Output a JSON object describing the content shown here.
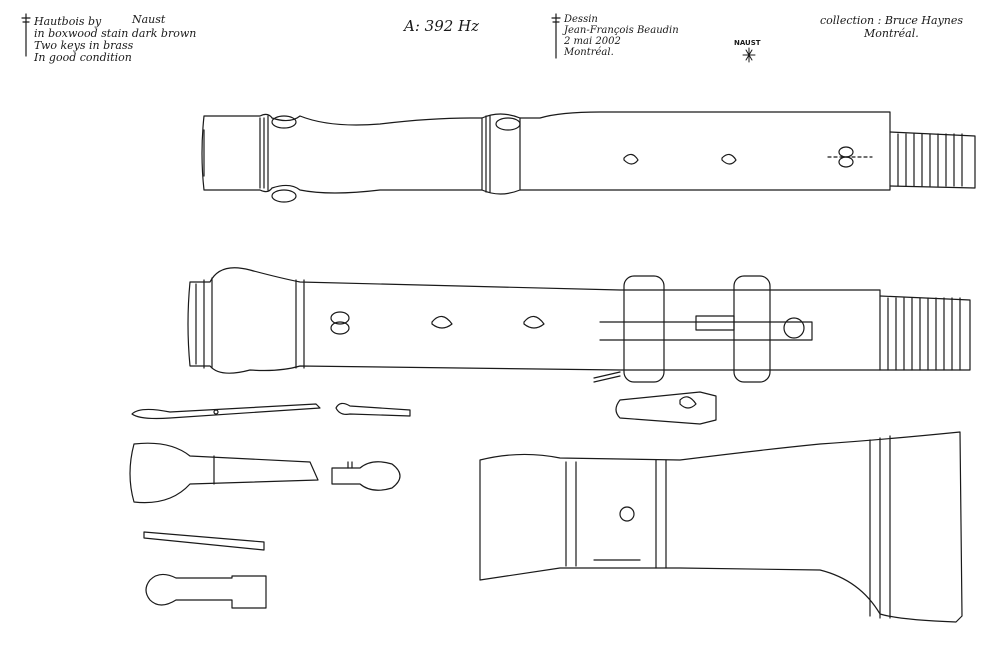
{
  "header": {
    "instrument_lines": [
      "Hautbois by",
      "in boxwood stain dark brown",
      "Two keys in brass",
      "In good condition"
    ],
    "maker": "Naust",
    "pitch": "A: 392 Hz",
    "drawing_credit": [
      "Dessin",
      "Jean-François Beaudin",
      "2 mai 2002",
      "Montréal."
    ],
    "collection": [
      "collection : Bruce Haynes",
      "Montréal."
    ],
    "stamp_text": "NAUST"
  },
  "colors": {
    "ink": "#1a1a1a",
    "paper": "#ffffff"
  }
}
